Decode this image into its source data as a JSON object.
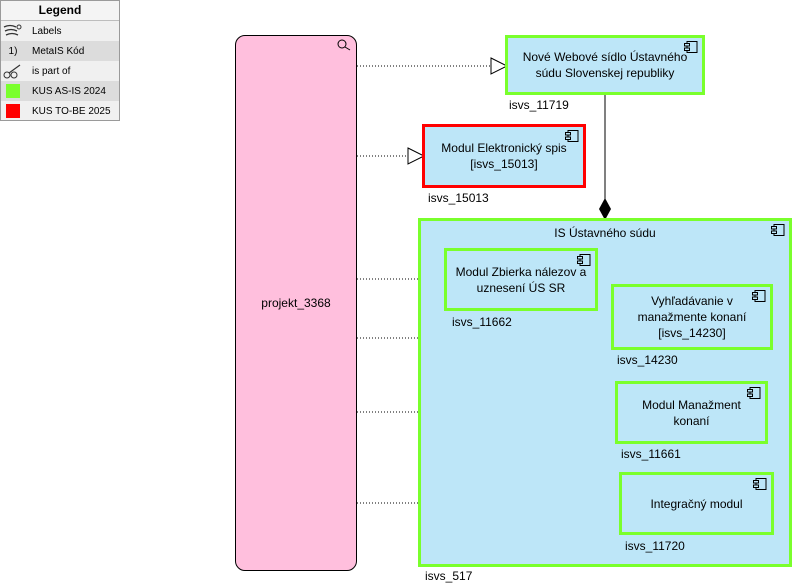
{
  "legend": {
    "title": "Legend",
    "items": [
      {
        "icon": "labels-icon",
        "label": "Labels"
      },
      {
        "icon": "numbering",
        "marker": "1)",
        "label": "MetaIS Kód"
      },
      {
        "icon": "is-part-of-icon",
        "label": "is part of"
      },
      {
        "icon": "swatch",
        "color": "#7aff2c",
        "label": "KUS AS-IS 2024"
      },
      {
        "icon": "swatch",
        "color": "#ff0000",
        "label": "KUS TO-BE 2025"
      }
    ]
  },
  "project": {
    "label": "projekt_3368"
  },
  "nodes": {
    "web": {
      "label": "Nové Webové sídlo Ústavného súdu Slovenskej republiky",
      "code": "isvs_11719"
    },
    "espis": {
      "label": "Modul Elektronický spis [isvs_15013]",
      "code": "isvs_15013"
    },
    "is_ustavny": {
      "label": "IS Ústavného súdu",
      "code": "isvs_517"
    },
    "zbierka": {
      "label": "Modul Zbierka nálezov a uznesení ÚS SR",
      "code": "isvs_11662"
    },
    "vyhladavanie": {
      "label": "Vyhľadávanie v manažmente konaní [isvs_14230]",
      "code": "isvs_14230"
    },
    "manazment": {
      "label": "Modul Manažment konaní",
      "code": "isvs_11661"
    },
    "integracny": {
      "label": "Integračný modul",
      "code": "isvs_11720"
    }
  },
  "colors": {
    "as_is_border": "#7aff2c",
    "to_be_border": "#ff0000",
    "component_fill": "#bde6f8",
    "project_fill": "#ffbfdd"
  }
}
